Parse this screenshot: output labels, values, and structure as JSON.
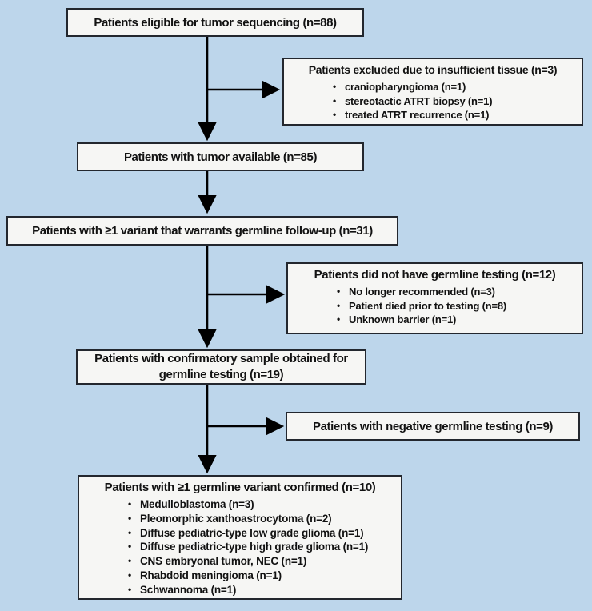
{
  "figure": {
    "type": "patient-flow-diagram",
    "colors": {
      "background": "#BDD6EB",
      "box_fill": "#F6F6F4",
      "box_border": "#23272E",
      "arrow": "#000000",
      "text": "#121212"
    }
  },
  "boxes": {
    "eligible": {
      "title": "Patients eligible for tumor sequencing (n=88)"
    },
    "excluded_tissue": {
      "title": "Patients excluded due to insufficient tissue (n=3)",
      "items": [
        "craniopharyngioma (n=1)",
        "stereotactic ATRT biopsy (n=1)",
        "treated ATRT recurrence (n=1)"
      ]
    },
    "tumor_available": {
      "title": "Patients with tumor available (n=85)"
    },
    "variant_warrants": {
      "title": "Patients with ≥1 variant that warrants germline follow-up (n=31)"
    },
    "no_germline_testing": {
      "title": "Patients did not have germline testing (n=12)",
      "items": [
        "No longer recommended (n=3)",
        "Patient died prior to testing (n=8)",
        "Unknown barrier (n=1)"
      ]
    },
    "confirmatory_sample": {
      "title": "Patients with confirmatory sample obtained for germline testing (n=19)"
    },
    "negative_testing": {
      "title": "Patients with negative germline testing (n=9)"
    },
    "variant_confirmed": {
      "title": "Patients with ≥1 germline variant confirmed (n=10)",
      "items": [
        "Medulloblastoma (n=3)",
        "Pleomorphic xanthoastrocytoma (n=2)",
        "Diffuse pediatric-type low grade glioma (n=1)",
        "Diffuse pediatric-type high grade glioma (n=1)",
        "CNS embryonal tumor, NEC (n=1)",
        "Rhabdoid meningioma (n=1)",
        "Schwannoma (n=1)"
      ]
    }
  }
}
